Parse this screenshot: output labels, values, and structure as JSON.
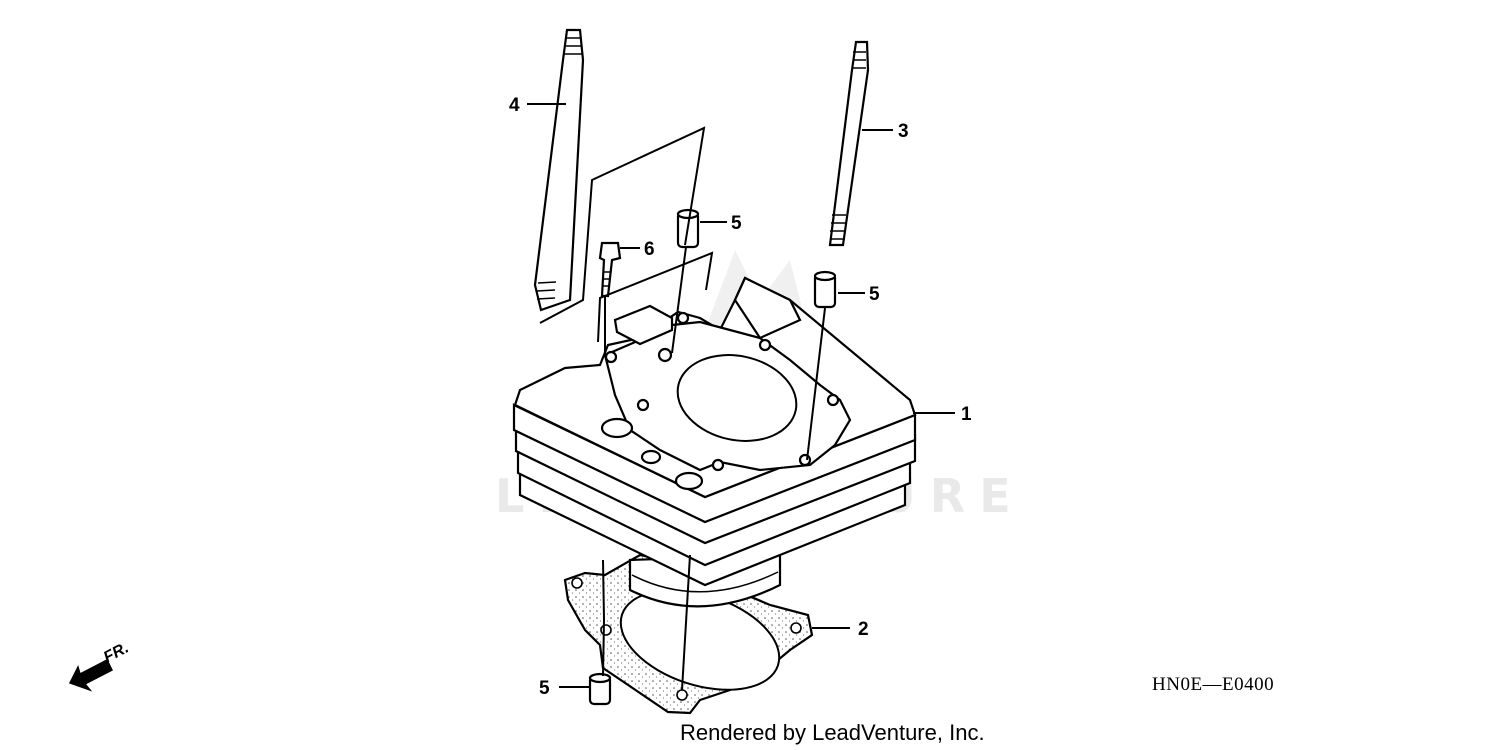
{
  "callouts": {
    "c1": "1",
    "c2": "2",
    "c3": "3",
    "c4": "4",
    "c5a": "5",
    "c5b": "5",
    "c5c": "5",
    "c6": "6"
  },
  "diagram_code": "HN0E—E0400",
  "credit": "Rendered by LeadVenture, Inc.",
  "front_label": "FR.",
  "watermark_text": "LEADVENTURE"
}
